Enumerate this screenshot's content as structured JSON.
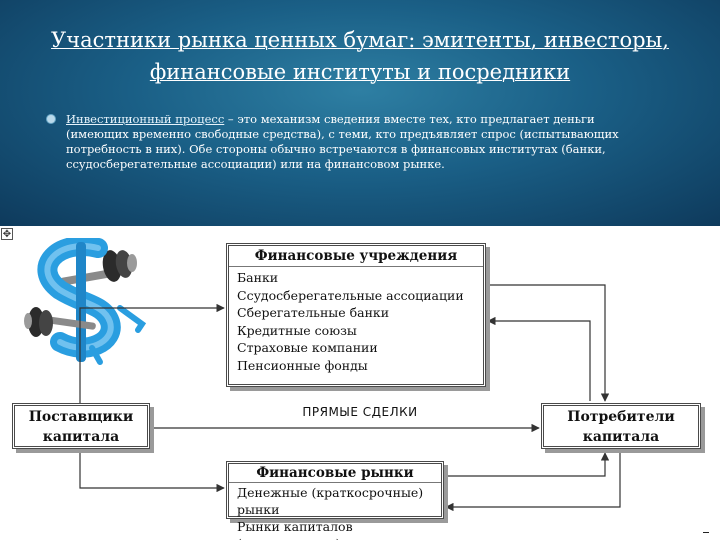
{
  "title": {
    "line1": "Участники рынка ценных бумаг: эмитенты, инвесторы,",
    "line2": "финансовые институты и посредники"
  },
  "body": {
    "term": "Инвестиционный процесс",
    "text": " – это механизм сведения вместе тех, кто предлагает деньги (имеющих временно свободные средства), с теми, кто предъявляет спрос (испытывающих потребность в них). Обе стороны обычно встречаются в финансовых институтах (банки, ссудосберегательные ассоциации) или на финансовом рынке."
  },
  "diagram": {
    "financial_institutions": {
      "title": "Финансовые учреждения",
      "items": [
        "Банки",
        "Ссудосберегательные ассоциации",
        "Сберегательные банки",
        "Кредитные союзы",
        "Страховые компании",
        "Пенсионные фонды"
      ]
    },
    "financial_markets": {
      "title": "Финансовые рынки",
      "items": [
        "Денежные (краткосрочные) рынки",
        "Рынки капиталов (долгосрочные)"
      ]
    },
    "suppliers": {
      "line1": "Поставщики",
      "line2": "капитала"
    },
    "consumers": {
      "line1": "Потребители",
      "line2": "капитала"
    },
    "direct_deals_label": "ПРЯМЫЕ СДЕЛКИ"
  },
  "icons": {
    "logo": "dollar-dumbbell-icon",
    "move_handle": "move-handle-icon"
  },
  "colors": {
    "panel_dark": "#0e3a5c",
    "panel_mid": "#2e7fa3",
    "logo_blue": "#2a9ee0"
  }
}
